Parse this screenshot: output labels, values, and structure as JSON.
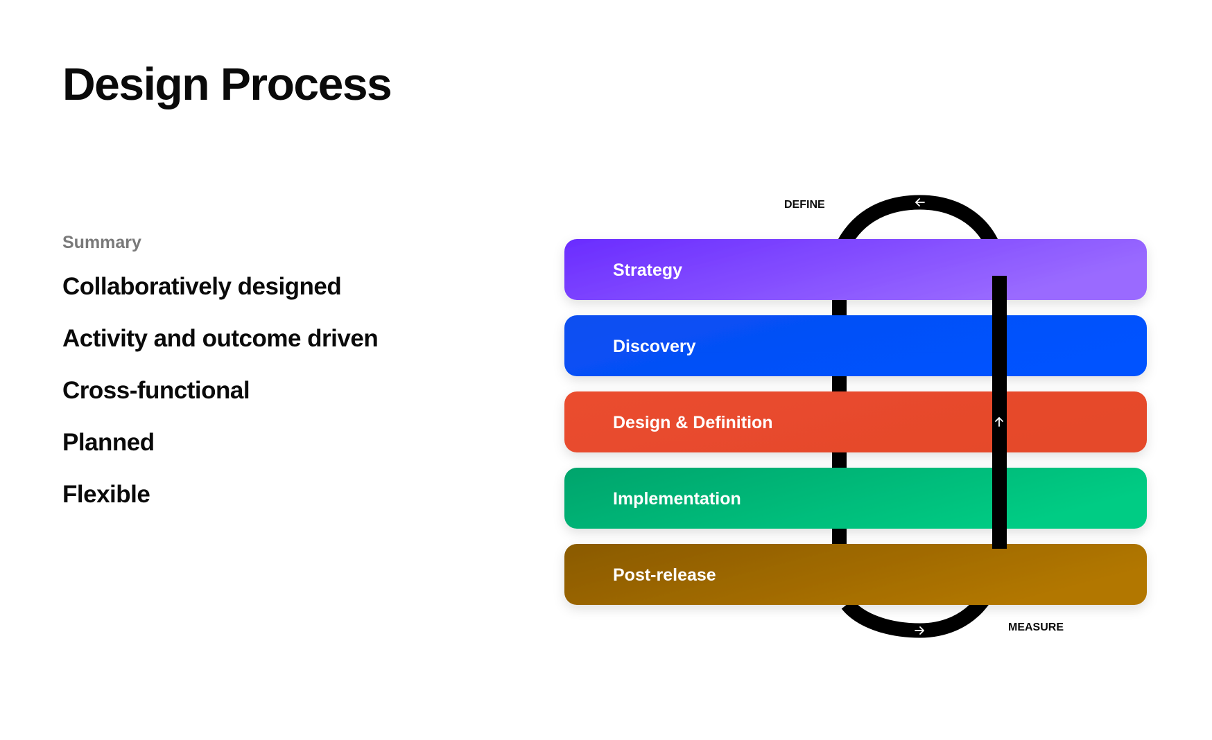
{
  "title": "Design Process",
  "summary": {
    "label": "Summary",
    "items": [
      "Collaboratively designed",
      "Activity and outcome driven",
      "Cross-functional",
      "Planned",
      "Flexible"
    ]
  },
  "diagram": {
    "loop_labels": {
      "define": "DEFINE",
      "measure": "MEASURE"
    },
    "phases": [
      {
        "label": "Strategy",
        "color_start": "#6a2cff",
        "color_end": "#9a6bff"
      },
      {
        "label": "Discovery",
        "color_start": "#0a4ff0",
        "color_end": "#0052ff"
      },
      {
        "label": "Design & Definition",
        "color_start": "#ea4d2f",
        "color_end": "#e5482b"
      },
      {
        "label": "Implementation",
        "color_start": "#04a46c",
        "color_end": "#03cc84"
      },
      {
        "label": "Post-release",
        "color_start": "#8a5a06",
        "color_end": "#b27706"
      }
    ],
    "loop_color": "#000000"
  }
}
